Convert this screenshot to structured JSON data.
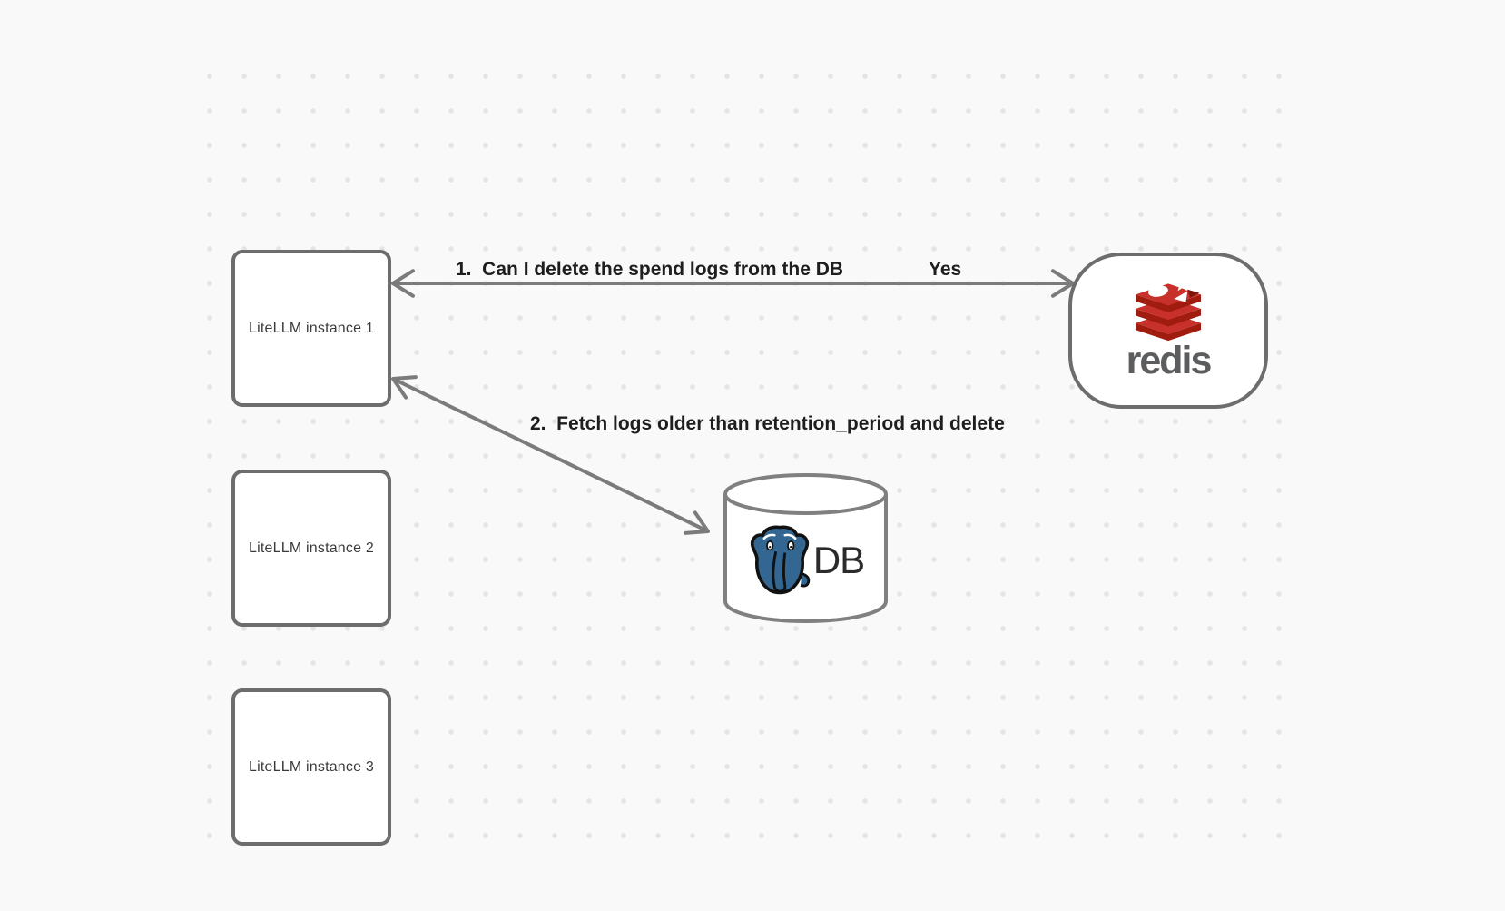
{
  "canvas": {
    "background": "#f9f9f9",
    "dot_color": "#e4e4e4"
  },
  "nodes": {
    "instances": [
      {
        "label": "LiteLLM instance 1"
      },
      {
        "label": "LiteLLM instance 2"
      },
      {
        "label": "LiteLLM instance 3"
      }
    ],
    "redis": {
      "wordmark": "redis"
    },
    "db": {
      "label": "DB"
    }
  },
  "arrows": {
    "arrow1": {
      "label": "1.  Can I delete the spend logs from the DB",
      "response": "Yes",
      "from": "redis",
      "to": "LiteLLM instance 1",
      "double_headed": true
    },
    "arrow2": {
      "label": "2.  Fetch logs older than retention_period and delete",
      "from": "LiteLLM instance 1",
      "to": "DB",
      "double_headed": true
    }
  },
  "colors": {
    "node_border": "#6d6d6d",
    "arrow": "#7b7b7b",
    "label_text": "#1e1e1e",
    "redis_red": "#c7302b",
    "redis_red_dark": "#a01c0f",
    "redis_wordmark_gray": "#5c5d5f",
    "postgres_blue": "#336791",
    "cylinder_stroke": "#808080"
  }
}
